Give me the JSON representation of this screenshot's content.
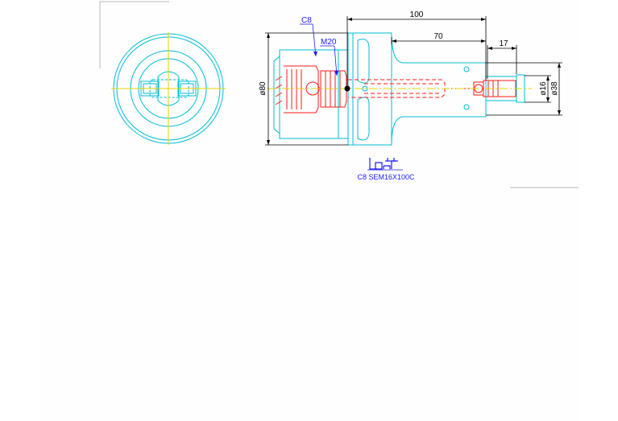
{
  "drawing": {
    "dimensions": {
      "overall_length": "100",
      "shank_length": "70",
      "nose_length": "17",
      "body_diameter": "ø80",
      "shank_diameter": "ø38",
      "bore_diameter": "ø16"
    },
    "callouts": {
      "collet": "C8",
      "thread": "M20"
    },
    "title_block": {
      "part_number": "C8  SEM16X100C"
    }
  },
  "colors": {
    "outline": "#00bcd4",
    "hidden": "#ff1a1a",
    "dimension": "#000000",
    "callout": "#1a1aff",
    "centerline": "#e6d200"
  }
}
